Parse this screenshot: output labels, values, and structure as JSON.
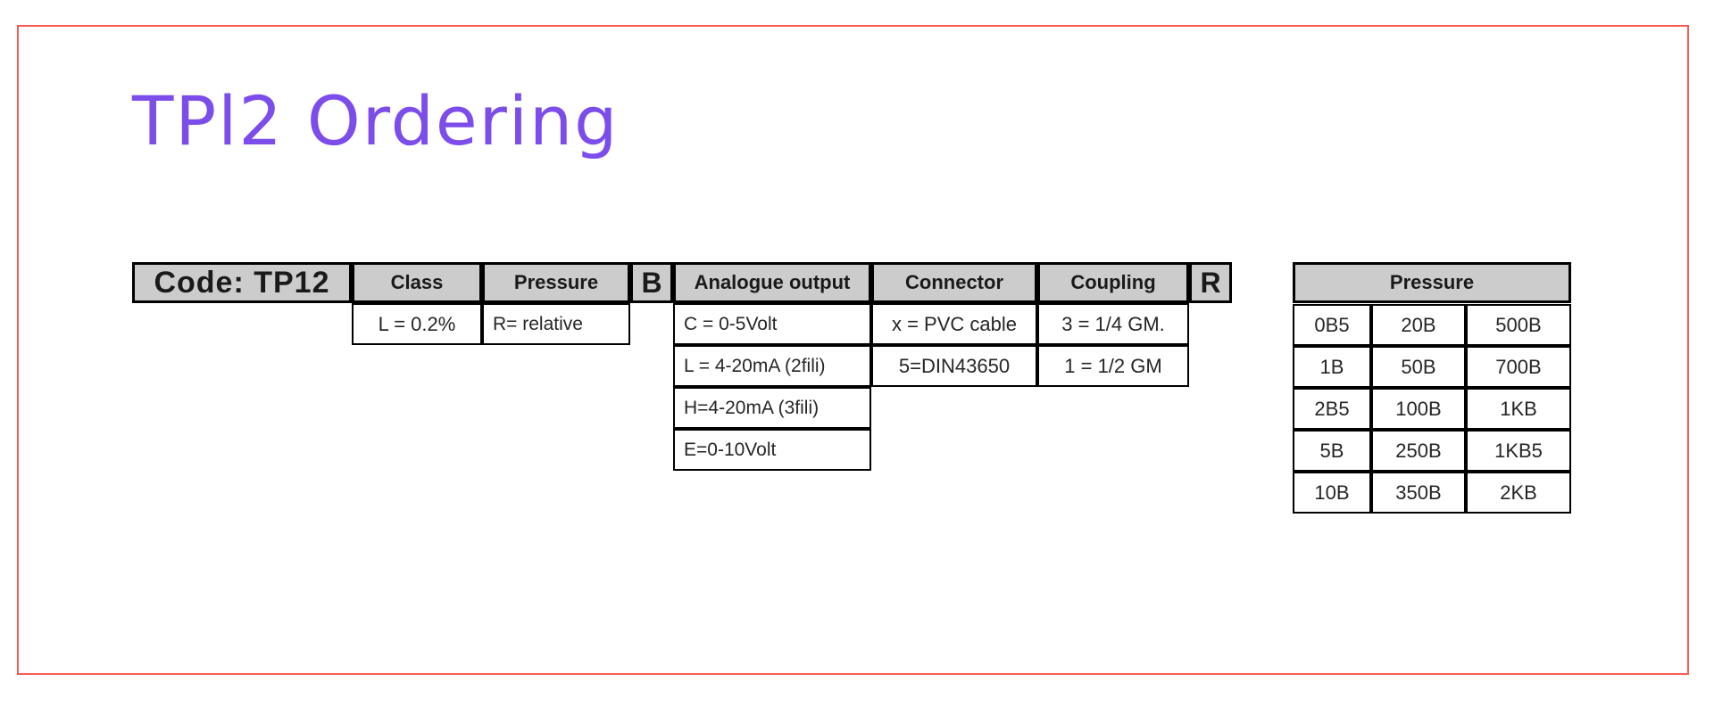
{
  "slide": {
    "title": "TPl2 Ordering",
    "border_color": "#fa5a55",
    "title_color": "#7c4dea",
    "header_bg": "#cccccc"
  },
  "table": {
    "code_header": "Code:  TP12",
    "headers": {
      "class": "Class",
      "pressure_left": "Pressure",
      "b": "B",
      "analogue_output": "Analogue output",
      "connector": "Connector",
      "coupling": "Coupling",
      "r": "R",
      "pressure_right": "Pressure"
    },
    "class_options": [
      "L = 0.2%"
    ],
    "pressure_left_options": [
      "R= relative"
    ],
    "analogue_output_options": [
      "C = 0-5Volt",
      "L = 4-20mA (2fili)",
      "H=4-20mA (3fili)",
      "E=0-10Volt"
    ],
    "connector_options": [
      "x = PVC cable",
      "5=DIN43650"
    ],
    "coupling_options": [
      "3 = 1/4 GM.",
      "1 = 1/2 GM"
    ],
    "pressure_grid": [
      [
        "0B5",
        "20B",
        "500B"
      ],
      [
        "1B",
        "50B",
        "700B"
      ],
      [
        "2B5",
        "100B",
        "1KB"
      ],
      [
        "5B",
        "250B",
        "1KB5"
      ],
      [
        "10B",
        "350B",
        "2KB"
      ]
    ]
  }
}
